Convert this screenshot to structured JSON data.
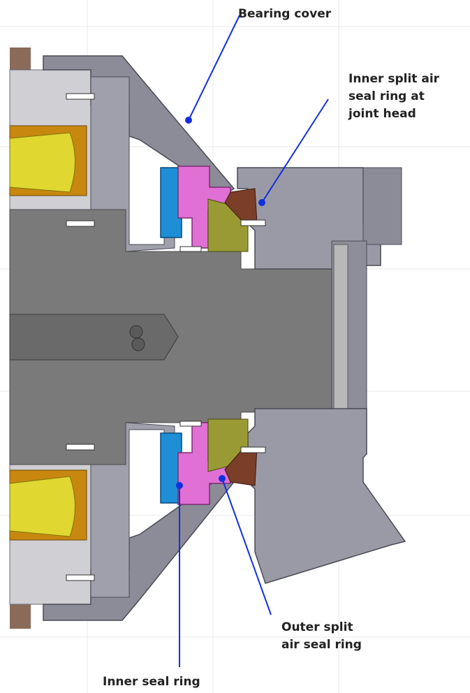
{
  "labels": {
    "bearing_cover": [
      "Bearing cover"
    ],
    "inner_split_air_seal_ring": [
      "Inner split air",
      "seal ring at",
      "joint head"
    ],
    "outer_split_air_seal_ring": [
      "Outer split",
      "air seal ring"
    ],
    "inner_seal_ring": [
      "Inner seal ring"
    ]
  },
  "colors": {
    "shaft": "#7a7a7a",
    "housing": "#9a9aa6",
    "bearing_cover": "#8b8c98",
    "bearing_cage": "#c8870e",
    "bearing_roller": "#e0d830",
    "inner_seal_ring": "#1e8fd6",
    "outer_split_air_seal_ring": "#e070d4",
    "inner_split_air_seal_ring": "#7b3e28",
    "seal_insert": "#9a9a34",
    "callout_line": "#1030e0"
  }
}
